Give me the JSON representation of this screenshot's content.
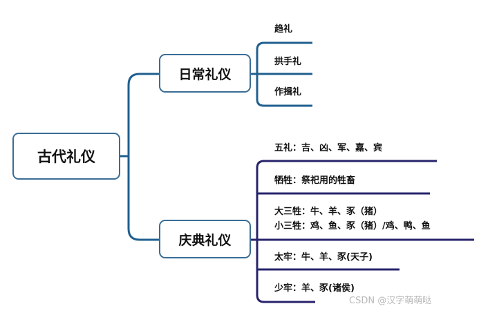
{
  "root": {
    "label": "古代礼仪"
  },
  "branches": [
    {
      "label": "日常礼仪",
      "leaves": [
        "趋礼",
        "拱手礼",
        "作揖礼"
      ]
    },
    {
      "label": "庆典礼仪",
      "leaves": [
        "五礼：吉、凶、军、嘉、宾",
        "牺牲：祭祀用的牲畜",
        "大三牲：牛、羊、豕（猪）",
        "小三牲：鸡、鱼、豕（猪）/鸡、鸭、鱼",
        "太牢：牛、羊、豕(天子)",
        "少牢：羊、豕(诸侯)"
      ]
    }
  ],
  "watermark": "CSDN @汉字萌萌哒",
  "colors": {
    "root_line": "#1f5f8f",
    "branch1_line": "#1f5f8f",
    "branch2_line": "#27236b",
    "box_border": "#3a6d96"
  }
}
